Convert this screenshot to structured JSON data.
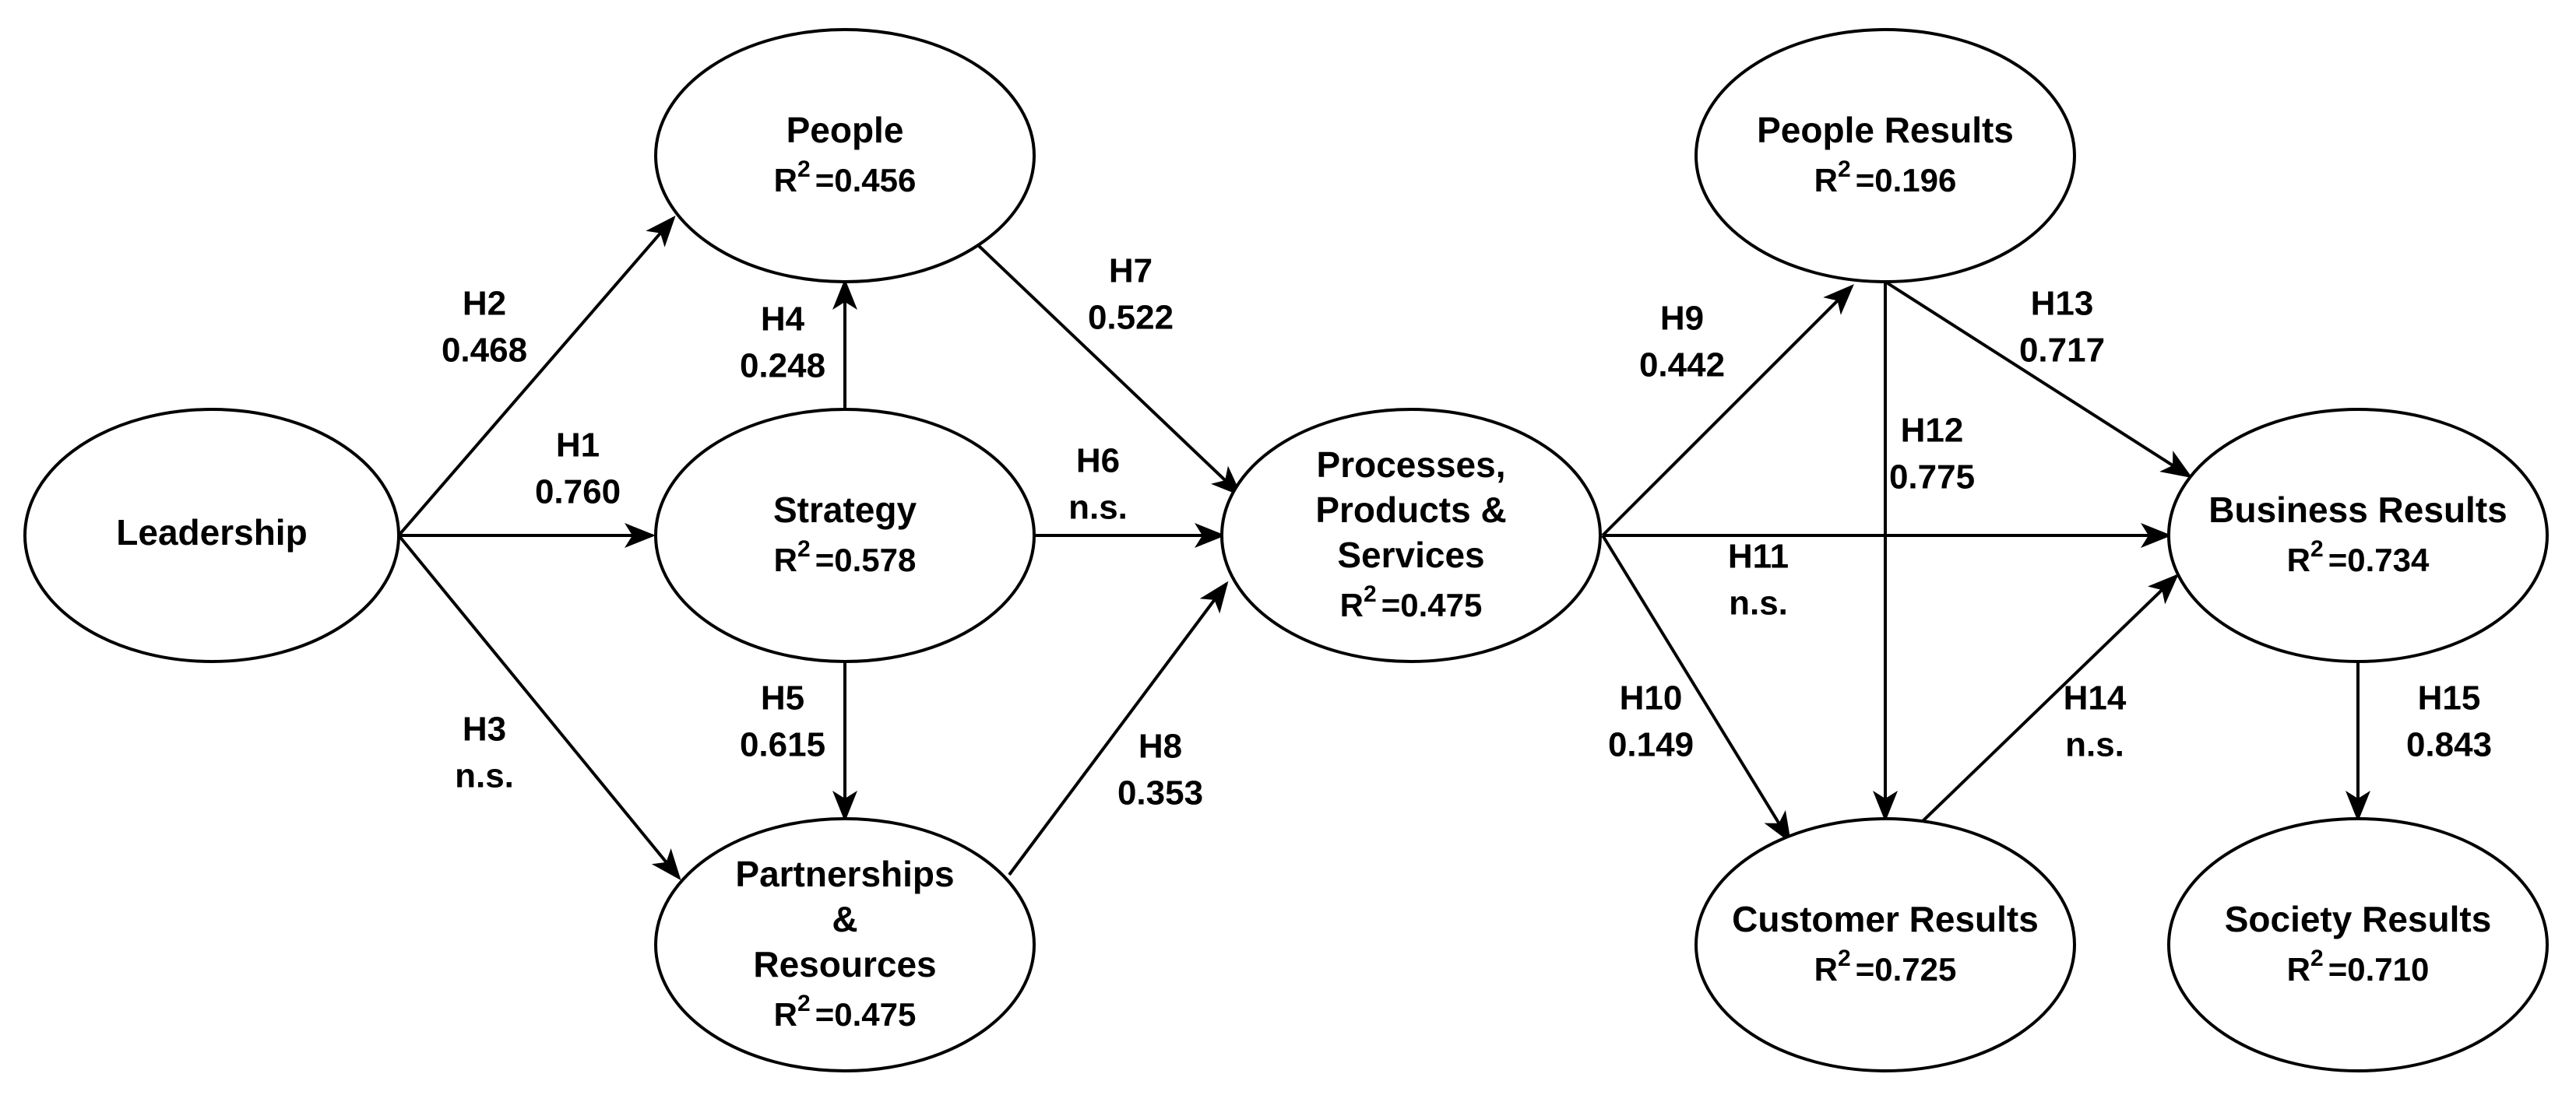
{
  "nodes": {
    "leadership": {
      "lines": [
        "Leadership"
      ]
    },
    "people": {
      "lines": [
        "People"
      ],
      "r2_label": "R",
      "r2_sup": "2",
      "r2_value": "=0.456"
    },
    "strategy": {
      "lines": [
        "Strategy"
      ],
      "r2_label": "R",
      "r2_sup": "2",
      "r2_value": "=0.578"
    },
    "partnerships": {
      "lines": [
        "Partnerships",
        "&",
        "Resources"
      ],
      "r2_label": "R",
      "r2_sup": "2",
      "r2_value": "=0.475"
    },
    "processes": {
      "lines": [
        "Processes,",
        "Products &",
        "Services"
      ],
      "r2_label": "R",
      "r2_sup": "2",
      "r2_value": "=0.475"
    },
    "people_results": {
      "lines": [
        "People Results"
      ],
      "r2_label": "R",
      "r2_sup": "2",
      "r2_value": "=0.196"
    },
    "customer_results": {
      "lines": [
        "Customer Results"
      ],
      "r2_label": "R",
      "r2_sup": "2",
      "r2_value": "=0.725"
    },
    "business_results": {
      "lines": [
        "Business Results"
      ],
      "r2_label": "R",
      "r2_sup": "2",
      "r2_value": "=0.734"
    },
    "society_results": {
      "lines": [
        "Society Results"
      ],
      "r2_label": "R",
      "r2_sup": "2",
      "r2_value": "=0.710"
    }
  },
  "edges": [
    {
      "id": "H1",
      "from": "leadership",
      "to": "strategy",
      "label": "H1",
      "value": "0.760"
    },
    {
      "id": "H2",
      "from": "leadership",
      "to": "people",
      "label": "H2",
      "value": "0.468"
    },
    {
      "id": "H3",
      "from": "leadership",
      "to": "partnerships",
      "label": "H3",
      "value": "n.s."
    },
    {
      "id": "H4",
      "from": "strategy",
      "to": "people",
      "label": "H4",
      "value": "0.248"
    },
    {
      "id": "H5",
      "from": "strategy",
      "to": "partnerships",
      "label": "H5",
      "value": "0.615"
    },
    {
      "id": "H6",
      "from": "strategy",
      "to": "processes",
      "label": "H6",
      "value": "n.s."
    },
    {
      "id": "H7",
      "from": "people",
      "to": "processes",
      "label": "H7",
      "value": "0.522"
    },
    {
      "id": "H8",
      "from": "partnerships",
      "to": "processes",
      "label": "H8",
      "value": "0.353"
    },
    {
      "id": "H9",
      "from": "processes",
      "to": "people_results",
      "label": "H9",
      "value": "0.442"
    },
    {
      "id": "H10",
      "from": "processes",
      "to": "customer_results",
      "label": "H10",
      "value": "0.149"
    },
    {
      "id": "H11",
      "from": "processes",
      "to": "business_results",
      "label": "H11",
      "value": "n.s."
    },
    {
      "id": "H12",
      "from": "people_results",
      "to": "customer_results",
      "label": "H12",
      "value": "0.775"
    },
    {
      "id": "H13",
      "from": "people_results",
      "to": "business_results",
      "label": "H13",
      "value": "0.717"
    },
    {
      "id": "H14",
      "from": "customer_results",
      "to": "business_results",
      "label": "H14",
      "value": "n.s."
    },
    {
      "id": "H15",
      "from": "business_results",
      "to": "society_results",
      "label": "H15",
      "value": "0.843"
    }
  ]
}
